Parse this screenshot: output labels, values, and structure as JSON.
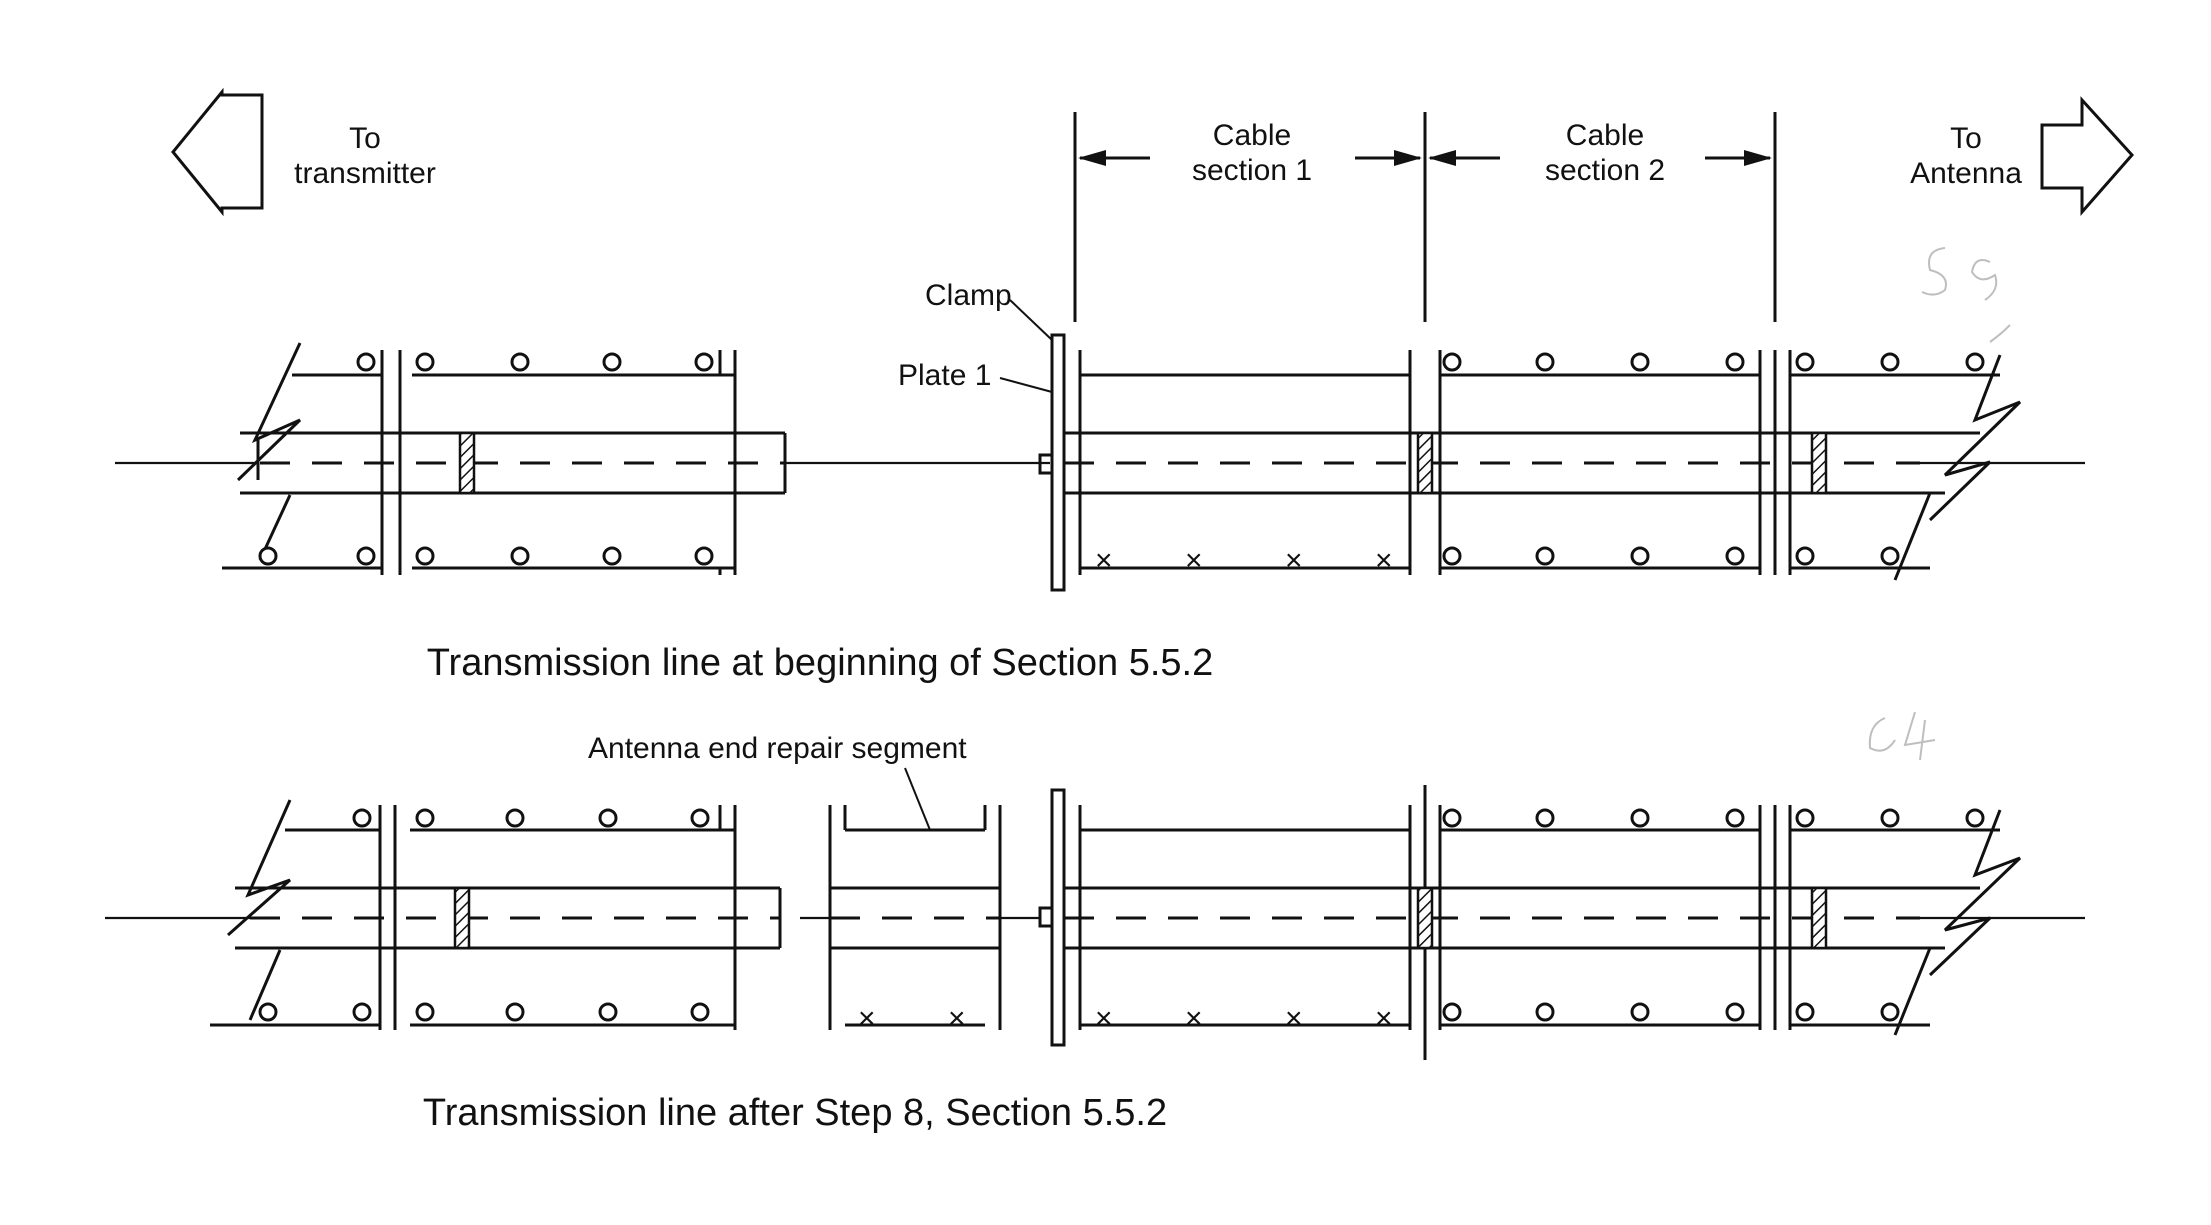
{
  "labels": {
    "to_transmitter": [
      "To",
      "transmitter"
    ],
    "to_antenna": [
      "To",
      "Antenna"
    ],
    "cable_section_1": [
      "Cable",
      "section 1"
    ],
    "cable_section_2": [
      "Cable",
      "section 2"
    ],
    "clamp": "Clamp",
    "plate_1": "Plate 1",
    "antenna_end_repair_segment": "Antenna end repair segment"
  },
  "captions": {
    "top": "Transmission line at beginning of Section 5.5.2",
    "bottom": "Transmission line after Step 8, Section 5.5.2"
  },
  "handwritten_marks": [
    "59",
    "64"
  ]
}
